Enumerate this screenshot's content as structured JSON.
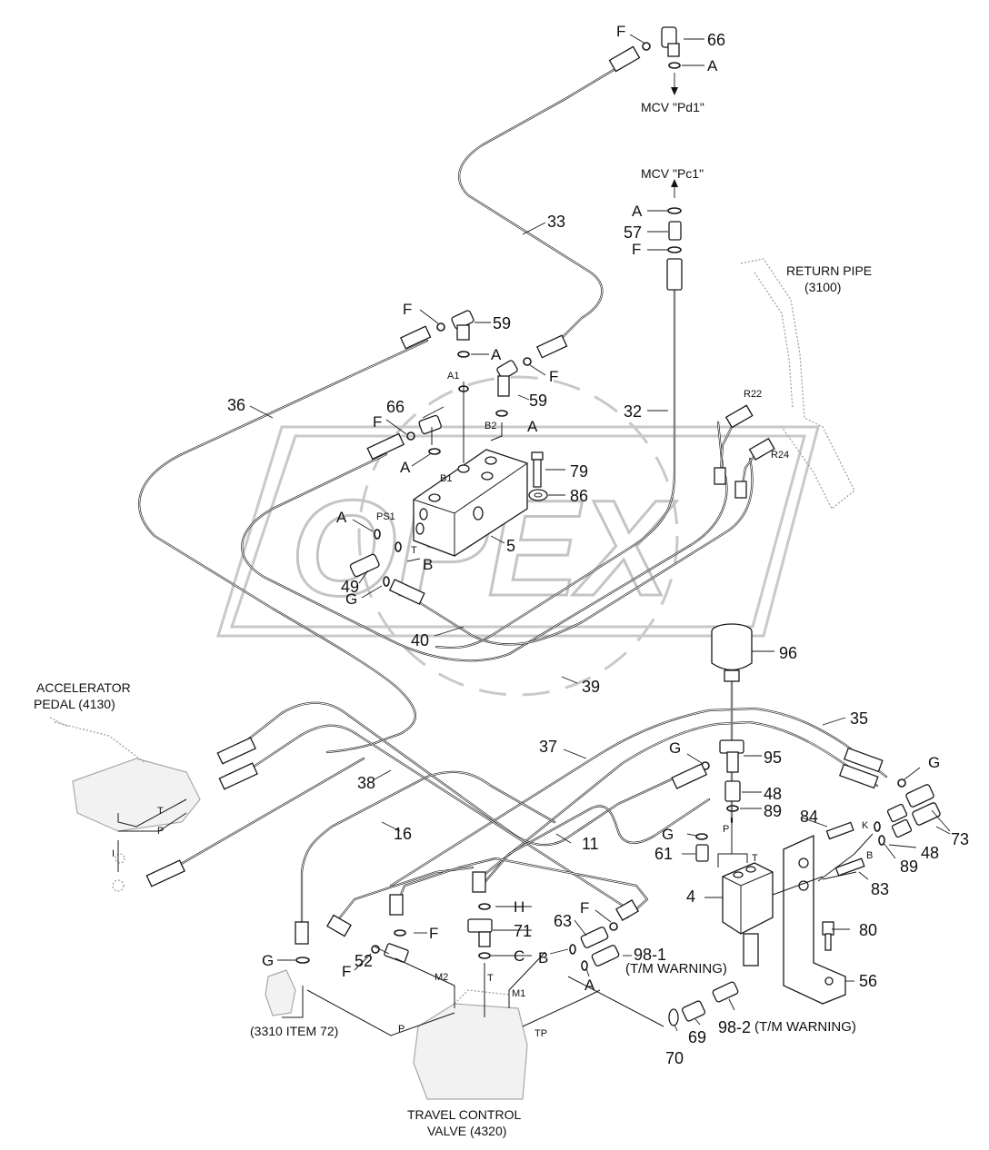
{
  "watermark": "OPEX",
  "destinations": {
    "mcv_pd1": "MCV \"Pd1\"",
    "mcv_pc1": "MCV \"Pc1\""
  },
  "assemblies": {
    "return_pipe": [
      "RETURN PIPE",
      "(3100)"
    ],
    "accelerator_pedal": [
      "ACCELERATOR",
      "PEDAL (4130)"
    ],
    "travel_control_valve": [
      "TRAVEL CONTROL",
      "VALVE (4320)"
    ],
    "item_ref": "(3310 ITEM 72)"
  },
  "warnings": {
    "w1": "(T/M WARNING)",
    "w2": "(T/M WARNING)"
  },
  "part_numbers": {
    "p66a": "66",
    "p57": "57",
    "p33": "33",
    "p59a": "59",
    "p59b": "59",
    "p66b": "66",
    "p36": "36",
    "p32": "32",
    "p79": "79",
    "p86": "86",
    "p5": "5",
    "p49": "49",
    "p40": "40",
    "p39": "39",
    "p96": "96",
    "p35": "35",
    "p37": "37",
    "p95": "95",
    "p48a": "48",
    "p89a": "89",
    "p38": "38",
    "p16": "16",
    "p11": "11",
    "p61": "61",
    "p84": "84",
    "p73": "73",
    "p48b": "48",
    "p89b": "89",
    "p83": "83",
    "p4": "4",
    "p71": "71",
    "p63": "63",
    "p98_1": "98-1",
    "p52": "52",
    "p80": "80",
    "p56": "56",
    "p69": "69",
    "p98_2": "98-2",
    "p70": "70"
  },
  "seal_letters": {
    "f1": "F",
    "a1": "A",
    "a2": "A",
    "f2": "F",
    "f3": "F",
    "a3": "A",
    "f4": "F",
    "a4": "A",
    "a5": "A",
    "f5": "F",
    "a6": "A",
    "b1": "B",
    "g1": "G",
    "g2": "G",
    "g3": "G",
    "g4": "G",
    "h1": "H",
    "f6": "F",
    "c1": "C",
    "b2": "B",
    "f7": "F",
    "a7": "A",
    "f8": "F",
    "g5": "G"
  },
  "port_labels": {
    "a1": "A1",
    "b2": "B2",
    "b1": "B1",
    "ps1": "PS1",
    "t": "T",
    "r22": "R22",
    "r24": "R24",
    "p_sw": "P",
    "t_sw": "T",
    "k": "K",
    "b_sw": "B",
    "m2": "M2",
    "m1": "M1",
    "t_tcv": "T",
    "p_tcv": "P",
    "tp": "TP",
    "t_ped": "T",
    "p_ped": "P",
    "i_ped": "I"
  }
}
